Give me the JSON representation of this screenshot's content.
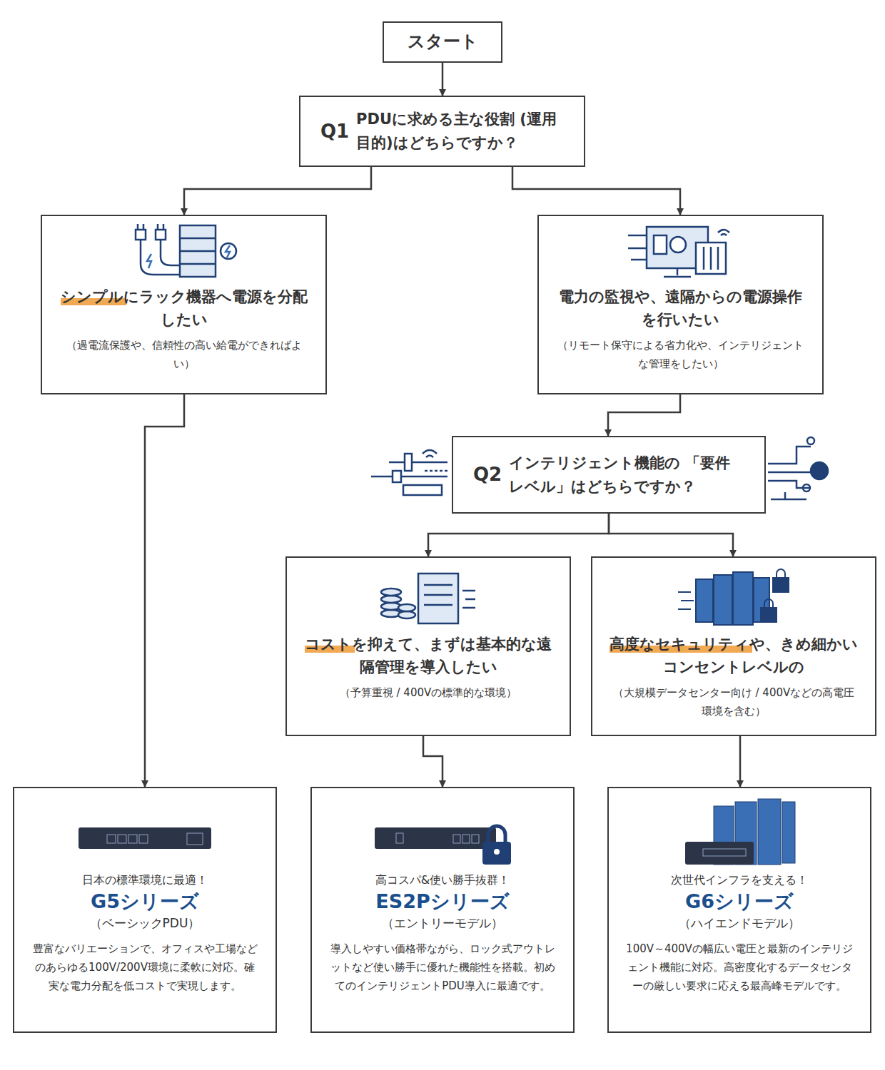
{
  "diagram": {
    "nodes": [
      {
        "text": [
          "スタート"
        ]
      },
      {
        "text": [
          "Q1",
          "PDUに求める主な役割 (運用目的)はどちらですか？"
        ]
      },
      {
        "text": [
          "シンプルにラック機器へ電源を分配したい",
          "（過電流保護や、信頼性の高い給電ができればよい）"
        ]
      },
      {
        "text": [
          "電力の監視や、遠隔からの電源操作を行いたい",
          "（リモート保守による省力化や、インテリジェントな管理をしたい）"
        ]
      },
      {
        "text": [
          "Q2",
          "インテリジェント機能の 「要件レベル」はどちらですか？"
        ]
      },
      {
        "text": [
          "コストを抑えて、まずは基本的な遠隔管理を導入したい",
          "（予算重視 / 400Vの標準的な環境）"
        ]
      },
      {
        "text": [
          "高度なセキュリティや、きめ細かいコンセントレベルの",
          "（大規模データセンター向け / 400Vなどの高電圧環境を含む）"
        ]
      },
      {
        "text": [
          "日本の標準環境に最適！",
          "G5シリーズ",
          "（ベーシックPDU）",
          "豊富なバリエーションで、オフィスや工場などのあらゆる100V/200V環境に柔軟に対応。確実な電力分配を低コストで実現します。"
        ]
      },
      {
        "text": [
          "高コスパ&使い勝手抜群！",
          "ES2Pシリーズ",
          "（エントリーモデル）",
          "導入しやすい価格帯ながら、ロック式アウトレットなど使い勝手に優れた機能性を搭載。初めてのインテリジェントPDU導入に最適です。"
        ]
      },
      {
        "text": [
          "次世代インフラを支える！",
          "G6シリーズ",
          "（ハイエンドモデル）",
          "100V～400Vの幅広い電圧と最新のインテリジェント機能に対応。高密度化するデータセンターの厳しい要求に応える最高峰モデルです。"
        ]
      }
    ],
    "edges": [
      {
        "from": 0,
        "to": 1,
        "arrow": "to"
      },
      {
        "from": 1,
        "to": 2,
        "arrow": "to"
      },
      {
        "from": 1,
        "to": 3,
        "arrow": "to"
      },
      {
        "from": 2,
        "to": 7,
        "arrow": "to"
      },
      {
        "from": 3,
        "to": 4,
        "arrow": "to"
      },
      {
        "from": 4,
        "to": 5,
        "arrow": "to"
      },
      {
        "from": 4,
        "to": 6,
        "arrow": "to"
      },
      {
        "from": 5,
        "to": 8,
        "arrow": "to"
      },
      {
        "from": 6,
        "to": 9,
        "arrow": "to"
      }
    ]
  }
}
